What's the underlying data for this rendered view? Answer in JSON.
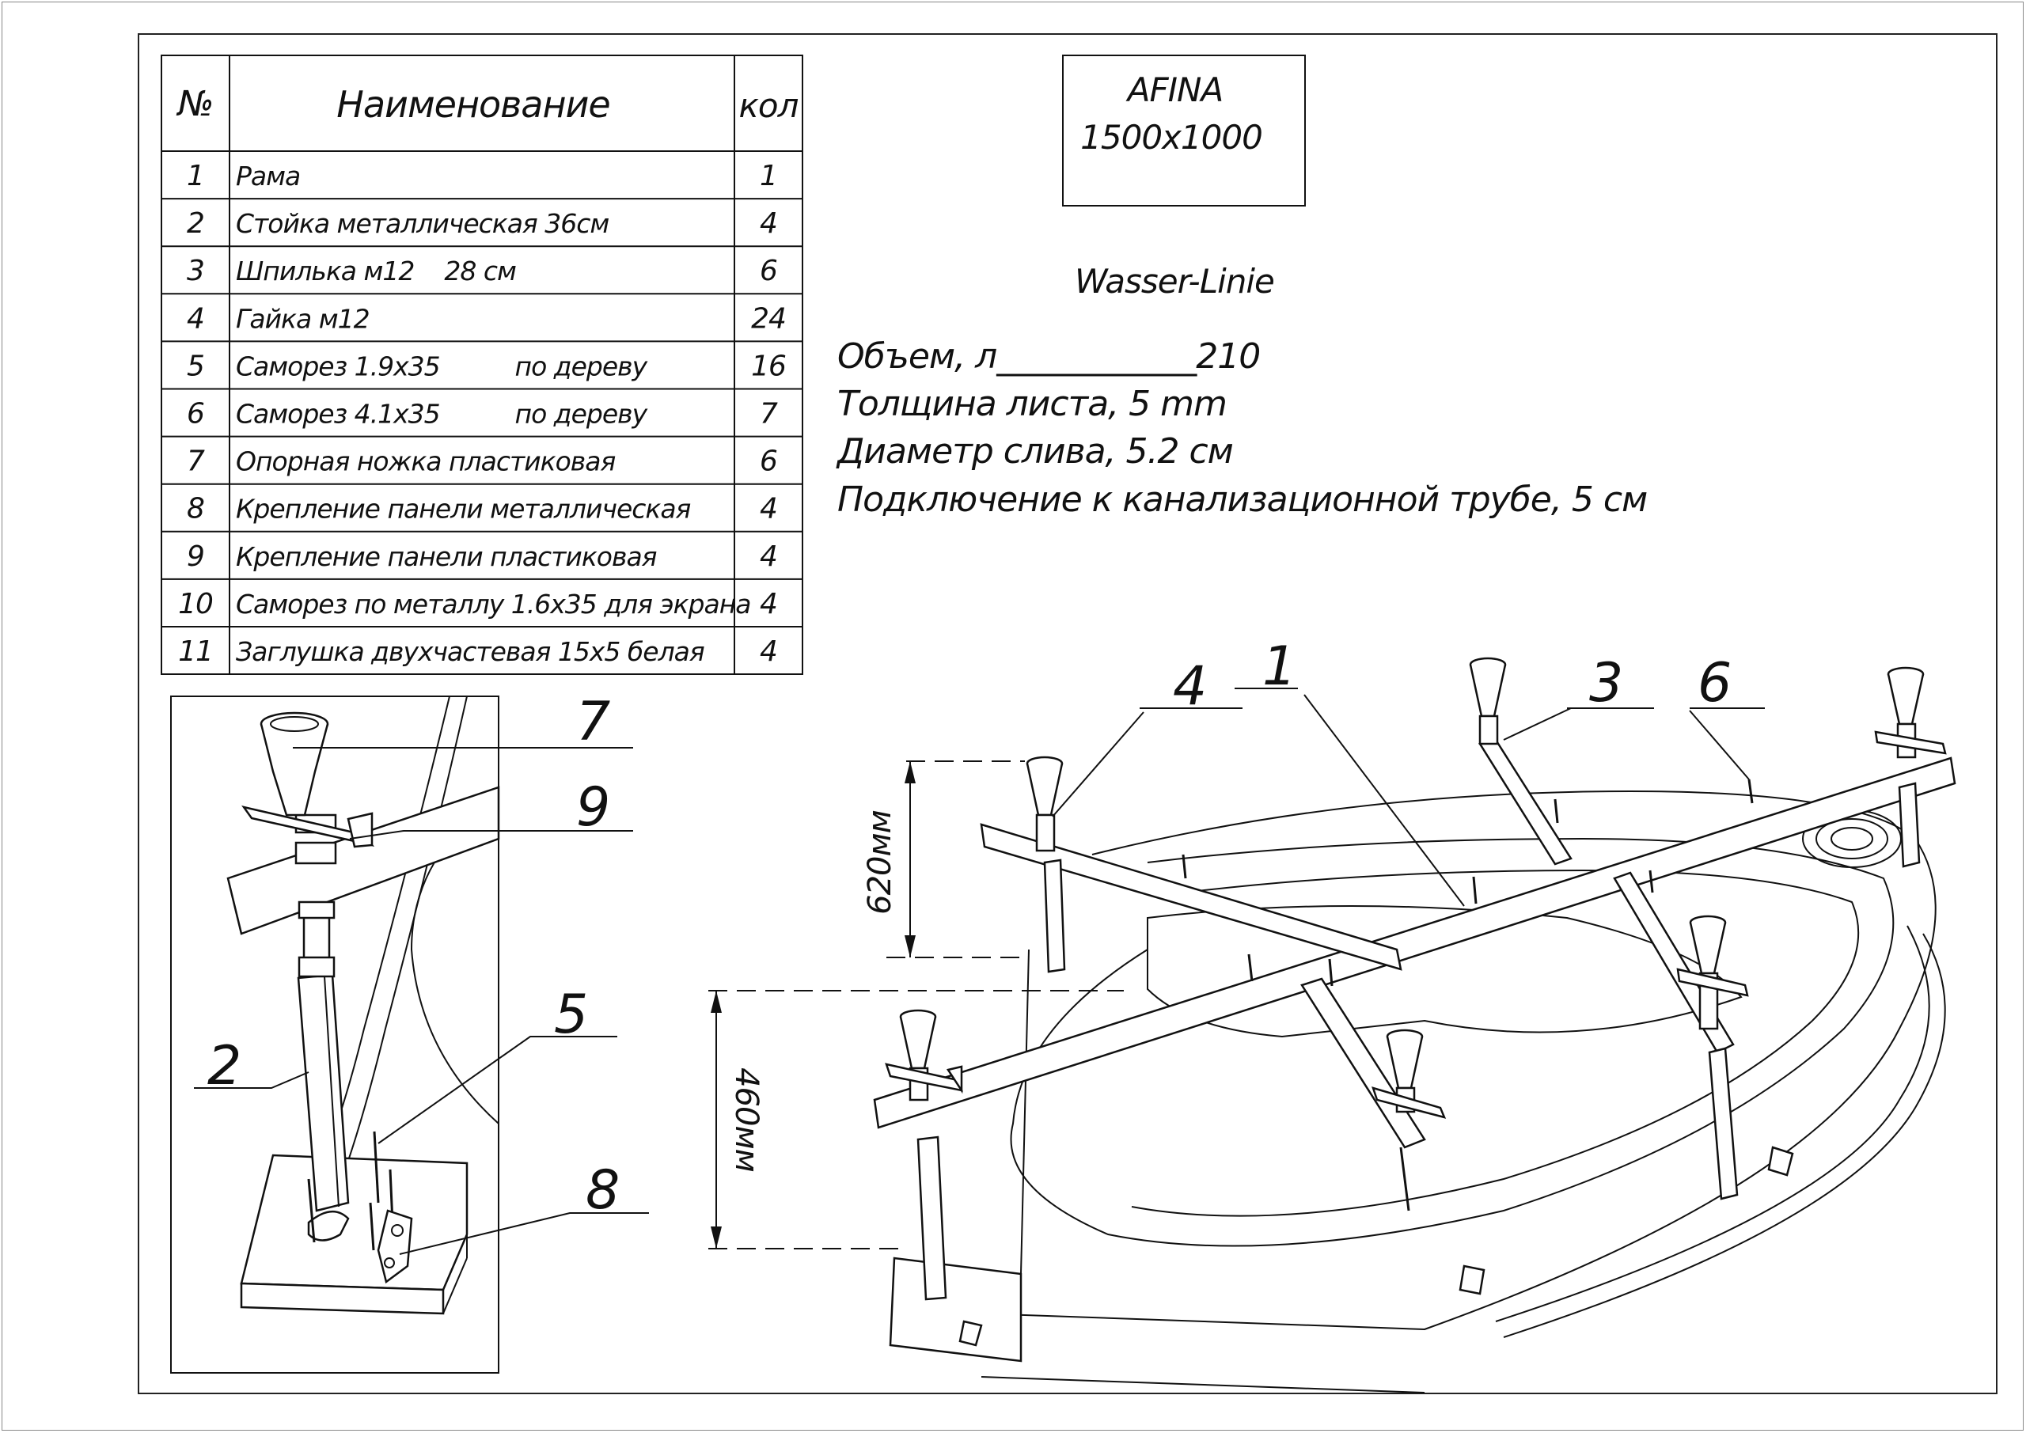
{
  "table": {
    "headers": {
      "num": "№",
      "name": "Наименование",
      "qty": "кол"
    },
    "rows": [
      {
        "num": "1",
        "name": "Рама",
        "qty": "1"
      },
      {
        "num": "2",
        "name": "Стойка металлическая 36см",
        "qty": "4"
      },
      {
        "num": "3",
        "name": "Шпилька м12    28 см",
        "qty": "6"
      },
      {
        "num": "4",
        "name": "Гайка м12",
        "qty": "24"
      },
      {
        "num": "5",
        "name": "Саморез 1.9х35          по дереву",
        "qty": "16"
      },
      {
        "num": "6",
        "name": "Саморез 4.1х35          по дереву",
        "qty": "7"
      },
      {
        "num": "7",
        "name": "Опорная ножка пластиковая",
        "qty": "6"
      },
      {
        "num": "8",
        "name": "Крепление панели металлическая",
        "qty": "4"
      },
      {
        "num": "9",
        "name": "Крепление панели пластиковая",
        "qty": "4"
      },
      {
        "num": "10",
        "name": "Саморез по металлу 1.6х35 для экрана",
        "qty": "4"
      },
      {
        "num": "11",
        "name": "Заглушка двухчастевая 15х5 белая",
        "qty": "4"
      }
    ]
  },
  "model": {
    "name": "AFINA",
    "size": "1500x1000"
  },
  "brand": "Wasser-Linie",
  "specs": {
    "volume": "Объем, л____________210",
    "thickness": "Толщина листа,  5 mm",
    "drain": "Диаметр слива,  5.2 см",
    "connection": "Подключение к канализационной трубе, 5 см"
  },
  "callouts": {
    "c1": "1",
    "c2": "2",
    "c3": "3",
    "c4": "4",
    "c5": "5",
    "c6": "6",
    "c7": "7",
    "c8": "8",
    "c9": "9"
  },
  "dimensions": {
    "upper": "620мм",
    "lower": "460мм"
  }
}
